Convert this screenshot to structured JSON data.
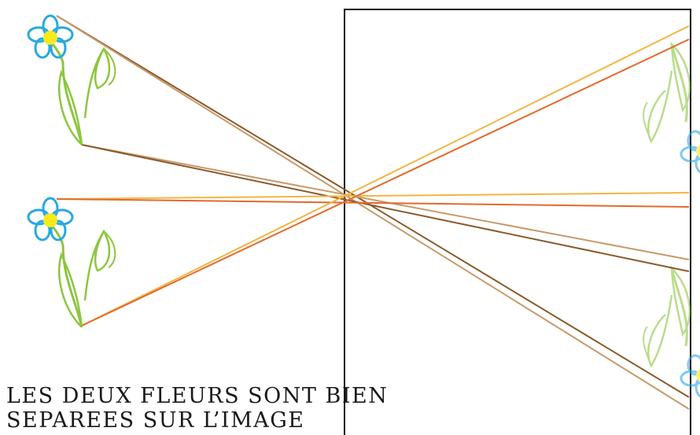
{
  "caption": {
    "line1": "LES DEUX FLEURS SONT BIEN",
    "line2": "SEPAREES SUR L’IMAGE"
  },
  "colors": {
    "background": "#ffffff",
    "camera_frame": "#111111",
    "stem": "#8cc63f",
    "stem_image": "#b8dc8a",
    "petal": "#29a8e0",
    "center": "#f7ea1a",
    "ray_dark_brown": "#8a5a2b",
    "ray_tan": "#c89a6a",
    "ray_orange": "#e36a2a",
    "ray_yellow_orange": "#f2b544"
  },
  "objects": [
    {
      "name": "upper-flower",
      "icon": "flower-icon"
    },
    {
      "name": "lower-flower",
      "icon": "flower-icon"
    }
  ],
  "images": [
    {
      "name": "upper-flower-image",
      "icon": "inverted-flower-icon"
    },
    {
      "name": "lower-flower-image",
      "icon": "inverted-flower-icon"
    }
  ]
}
